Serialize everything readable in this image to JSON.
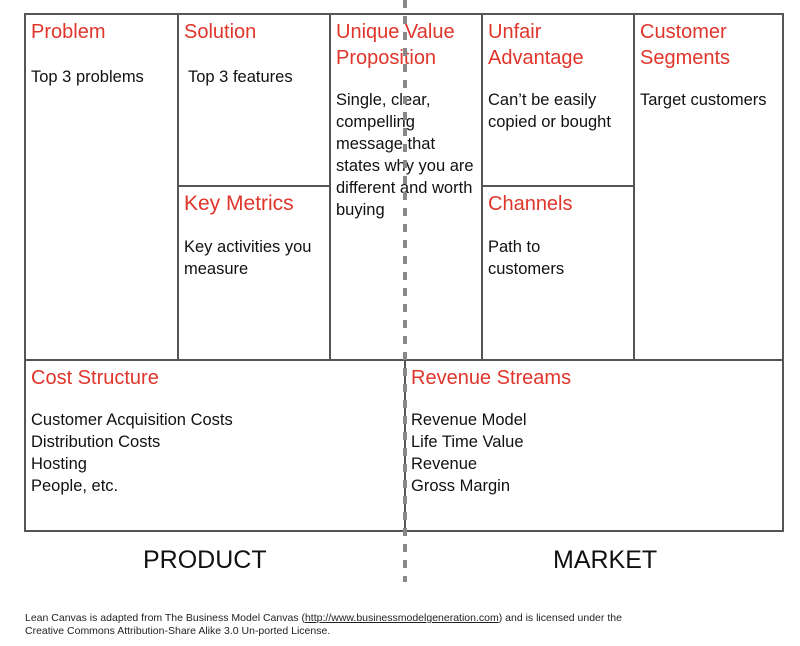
{
  "canvas": {
    "problem": {
      "title": "Problem",
      "body": "Top 3 problems"
    },
    "solution": {
      "title": "Solution",
      "body": "Top 3 features"
    },
    "key_metrics": {
      "title": "Key Metrics",
      "body": "Key activities you measure"
    },
    "uvp": {
      "title": "Unique Value Proposition",
      "body": "Single, clear, compelling message that states why you are different and worth buying"
    },
    "unfair_advantage": {
      "title": "Unfair Advantage",
      "body": "Can’t be easily copied or bought"
    },
    "channels": {
      "title": "Channels",
      "body": "Path to customers"
    },
    "customer_segments": {
      "title": "Customer Segments",
      "body": "Target customers"
    },
    "cost_structure": {
      "title": "Cost Structure",
      "items": [
        "Customer Acquisition Costs",
        "Distribution Costs",
        "Hosting",
        "People, etc."
      ]
    },
    "revenue_streams": {
      "title": "Revenue Streams",
      "items": [
        "Revenue Model",
        "Life Time Value",
        "Revenue",
        "Gross Margin"
      ]
    }
  },
  "labels": {
    "product": "PRODUCT",
    "market": "MARKET"
  },
  "footer": {
    "text_before": "Lean Canvas is adapted from The Business Model Canvas (",
    "link": "http://www.businessmodelgeneration.com",
    "text_after": ") and is licensed under the",
    "line2": "Creative Commons Attribution-Share Alike 3.0 Un-ported License."
  },
  "colors": {
    "heading": "#e0352b",
    "border": "#555555",
    "divider": "#888888"
  }
}
